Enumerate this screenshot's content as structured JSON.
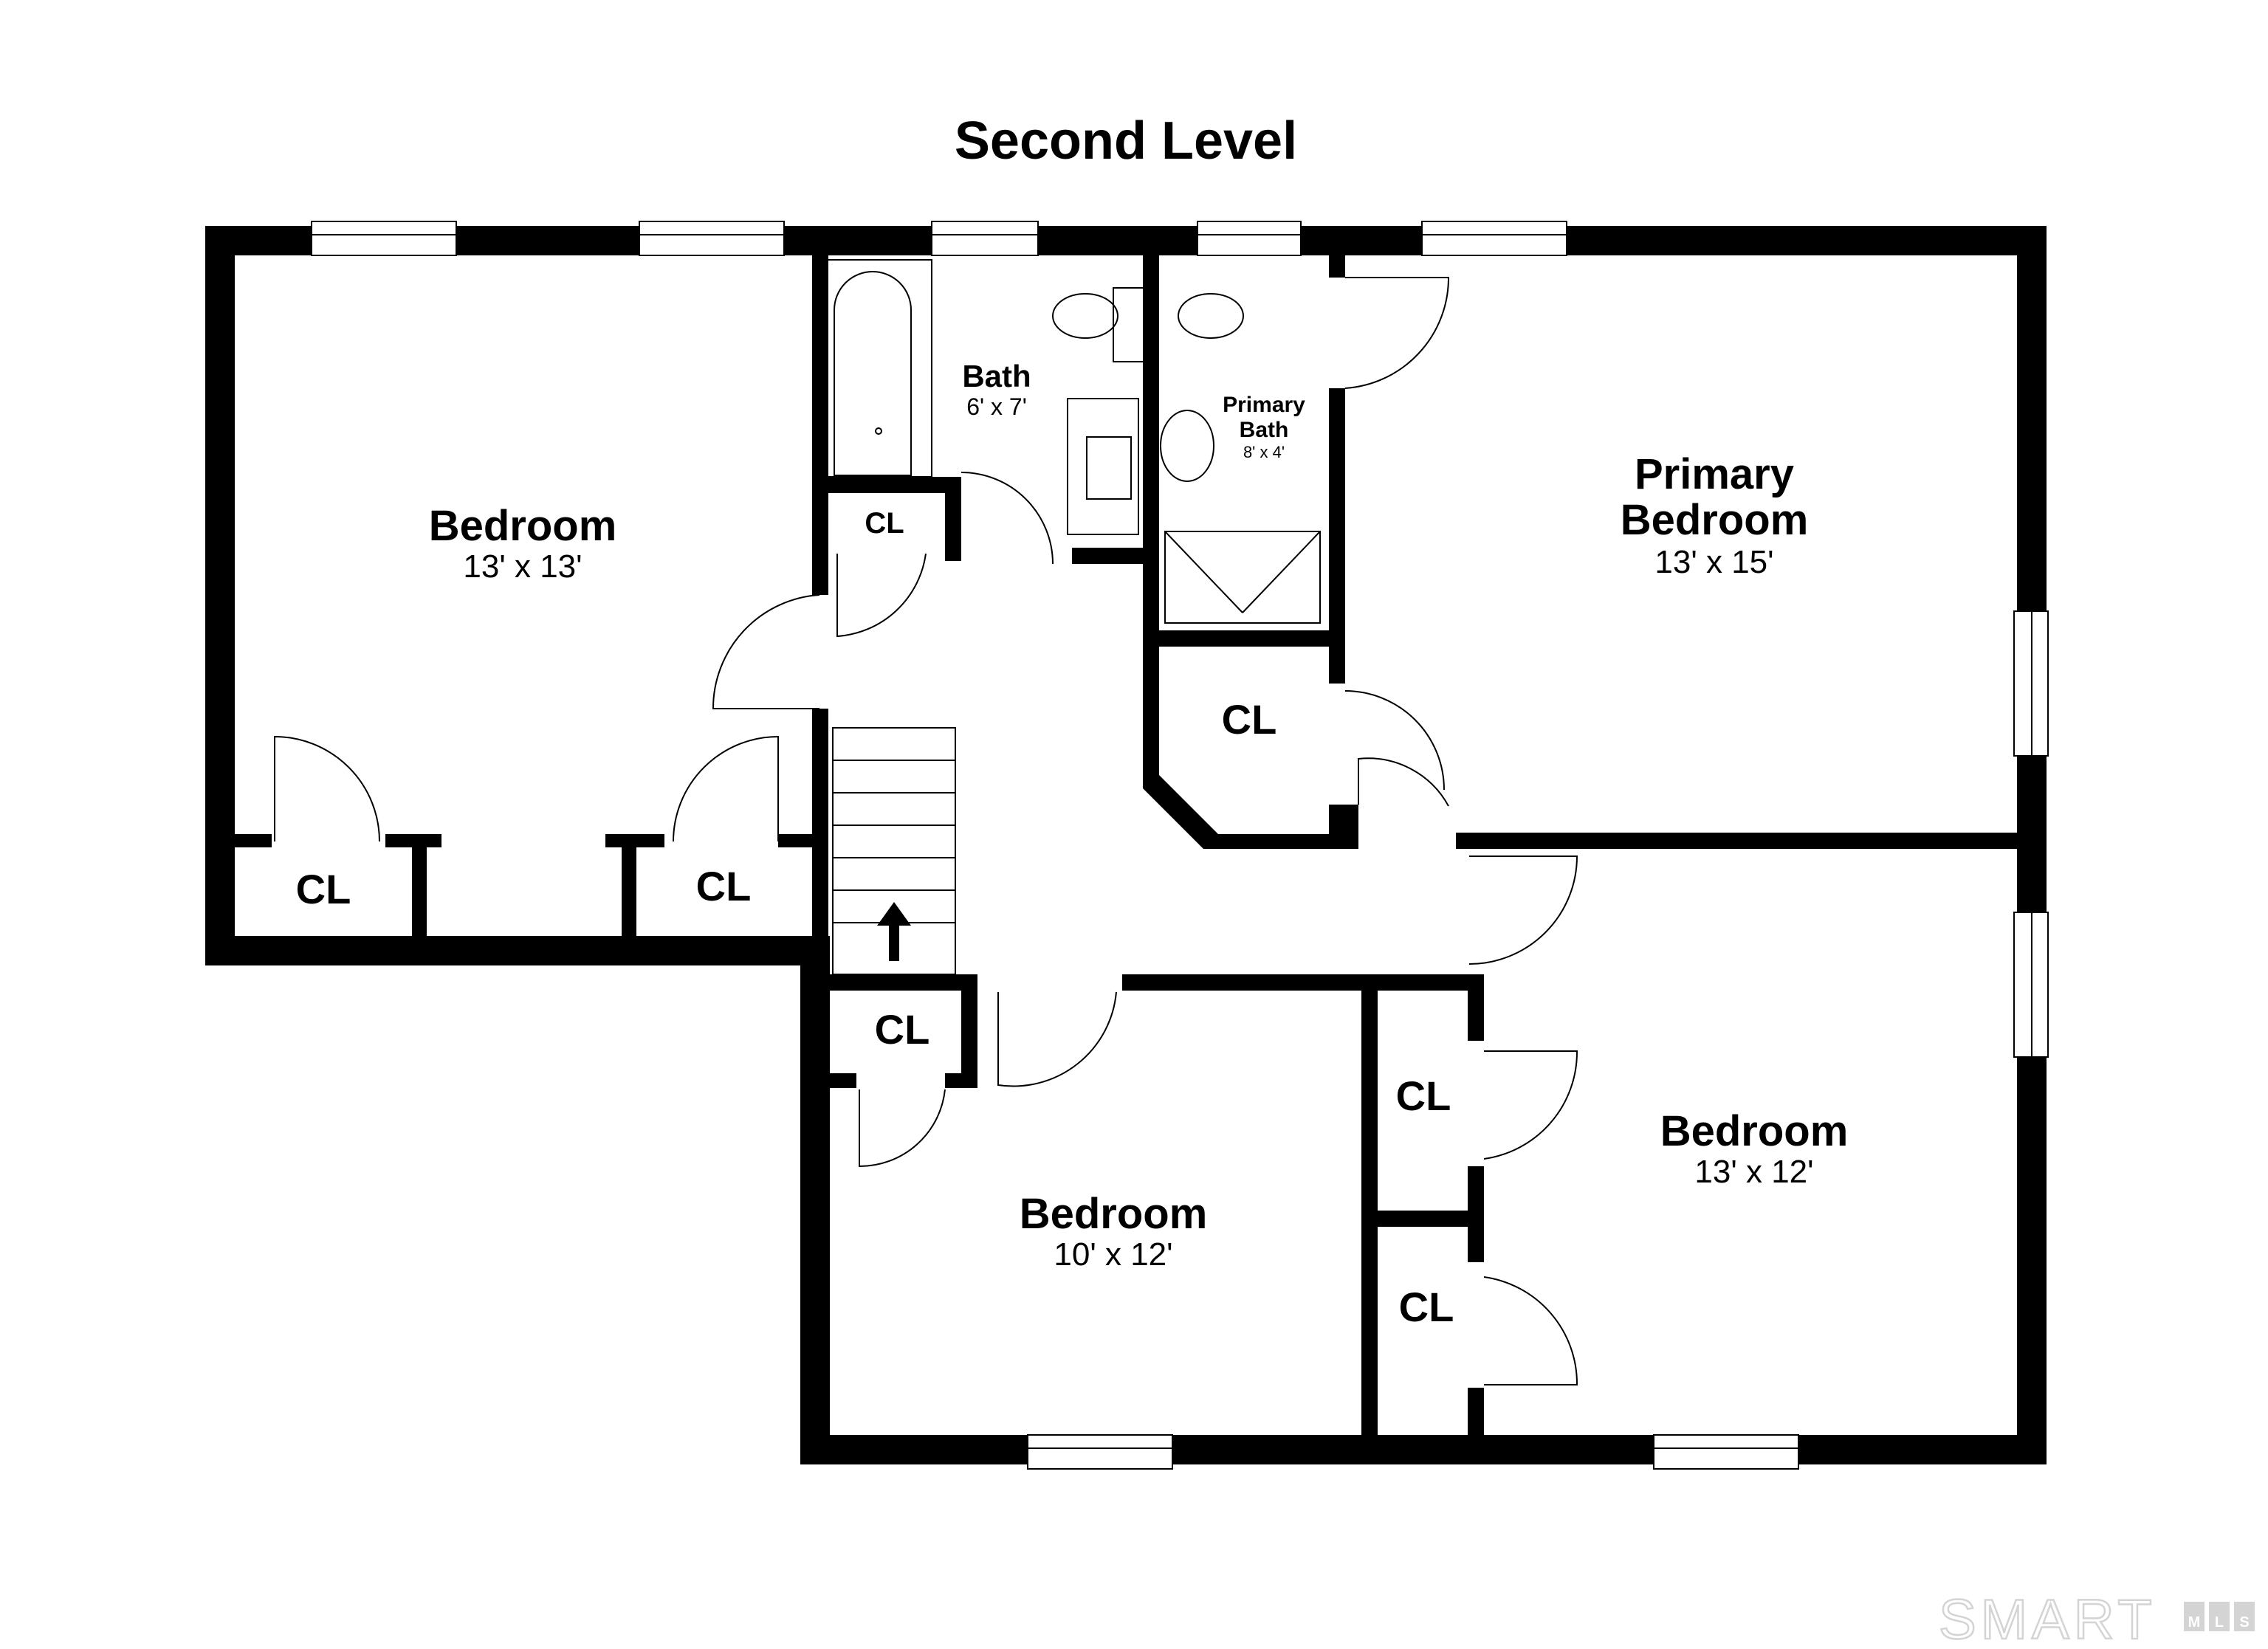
{
  "title": "Second Level",
  "rooms": {
    "bedroom_nw": {
      "name": "Bedroom",
      "dims": "13' x 13'"
    },
    "bath": {
      "name": "Bath",
      "dims": "6' x 7'"
    },
    "primary_bath": {
      "name_line1": "Primary",
      "name_line2": "Bath",
      "dims": "8' x 4'"
    },
    "primary_bedroom": {
      "name_line1": "Primary",
      "name_line2": "Bedroom",
      "dims": "13' x 15'"
    },
    "bedroom_s": {
      "name": "Bedroom",
      "dims": "10' x 12'"
    },
    "bedroom_se": {
      "name": "Bedroom",
      "dims": "13' x 12'"
    }
  },
  "closets": {
    "cl_nw_left": "CL",
    "cl_nw_right": "CL",
    "cl_bath": "CL",
    "cl_primary": "CL",
    "cl_hall": "CL",
    "cl_se_upper": "CL",
    "cl_se_lower": "CL"
  },
  "logo": {
    "text": "SMART",
    "sub": [
      "M",
      "L",
      "S"
    ]
  },
  "colors": {
    "wall": "#000000",
    "background": "#ffffff",
    "logo_outline": "#d4d4d4"
  },
  "icons": [
    "stair-arrow-up-icon"
  ]
}
